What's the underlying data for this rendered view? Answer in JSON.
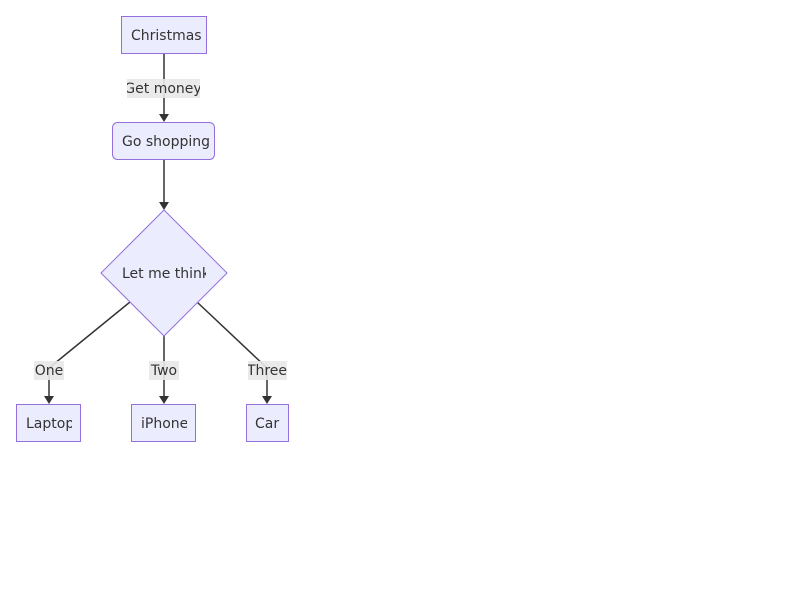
{
  "diagram": {
    "nodes": {
      "christmas": "Christmas",
      "shopping": "Go shopping",
      "think": "Let me think",
      "laptop": "Laptop",
      "iphone": "iPhone",
      "car": "Car"
    },
    "edges": {
      "money": "Get money",
      "one": "One",
      "two": "Two",
      "three": "Three"
    }
  },
  "colors": {
    "node_fill": "#ECECFF",
    "node_stroke": "#9370DB",
    "edge": "#333333",
    "label_bg": "#e8e8e8"
  }
}
